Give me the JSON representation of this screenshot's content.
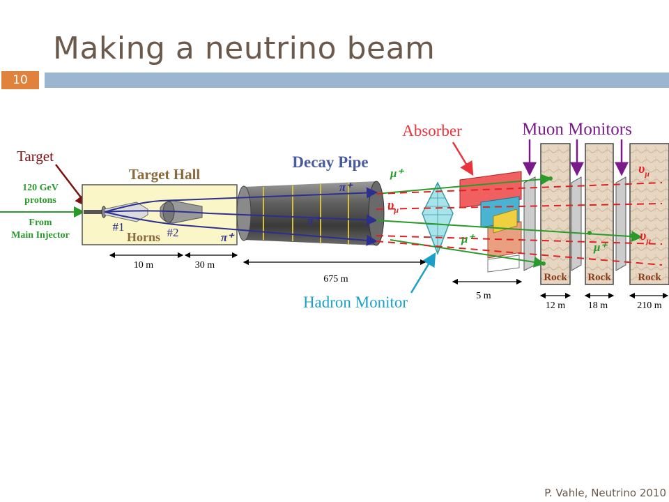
{
  "slide": {
    "title": "Making a neutrino beam",
    "page_number": "10",
    "footer": "P. Vahle, Neutrino 2010"
  },
  "diagram": {
    "target_label": "Target",
    "proton_label_1": "120 GeV",
    "proton_label_2": "protons",
    "injector_label_1": "From",
    "injector_label_2": "Main Injector",
    "target_hall_label": "Target Hall",
    "horn1_label": "#1",
    "horn2_label": "#2",
    "horns_label": "Horns",
    "decay_pipe_label": "Decay Pipe",
    "absorber_label": "Absorber",
    "muon_monitors_label": "Muon Monitors",
    "hadron_monitor_label": "Hadron Monitor",
    "pi_plus": "π⁺",
    "mu_plus": "μ⁺",
    "nu": "υ",
    "nu_sub": "μ",
    "rock_label": "Rock",
    "distances": {
      "target_hall_part1": "10 m",
      "target_hall_part2": "30 m",
      "decay_pipe": "675 m",
      "absorber_gap": "5 m",
      "rock1": "12 m",
      "rock2": "18 m",
      "rock3": "210 m"
    },
    "colors": {
      "beam_blue": "#2b2f8f",
      "muon_green": "#2a9a2a",
      "neutrino_red": "#e02020",
      "absorber_red": "#e8343a",
      "monitor_purple": "#7a1a8a",
      "hadron_cyan": "#1aa0c8",
      "target_dark_red": "#7a1010",
      "rock_fill": "#e6d6c2"
    }
  }
}
